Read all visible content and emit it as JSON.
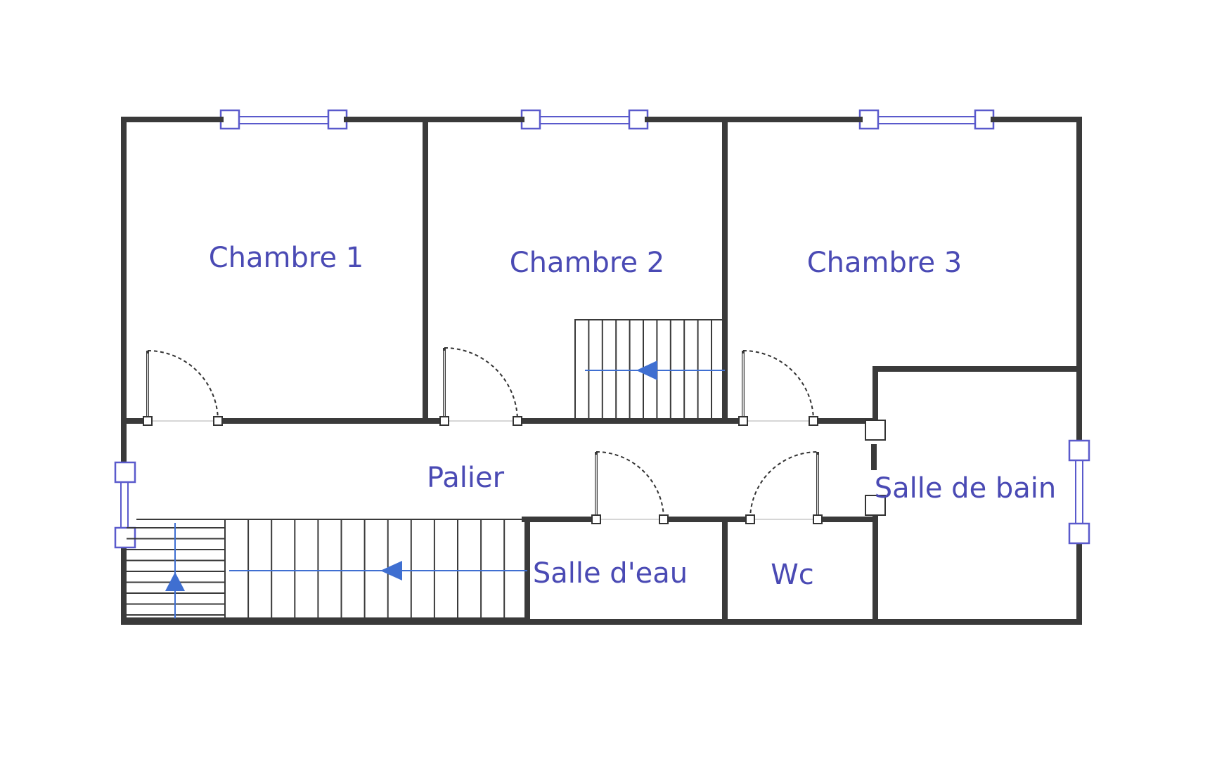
{
  "plan": {
    "label_color": "#4a4ab4",
    "arrow_color": "#3f6fd1",
    "rooms": {
      "chambre1": "Chambre 1",
      "chambre2": "Chambre 2",
      "chambre3": "Chambre 3",
      "palier": "Palier",
      "salle_de_bain": "Salle de bain",
      "salle_eau": "Salle d'eau",
      "wc": "Wc"
    }
  }
}
